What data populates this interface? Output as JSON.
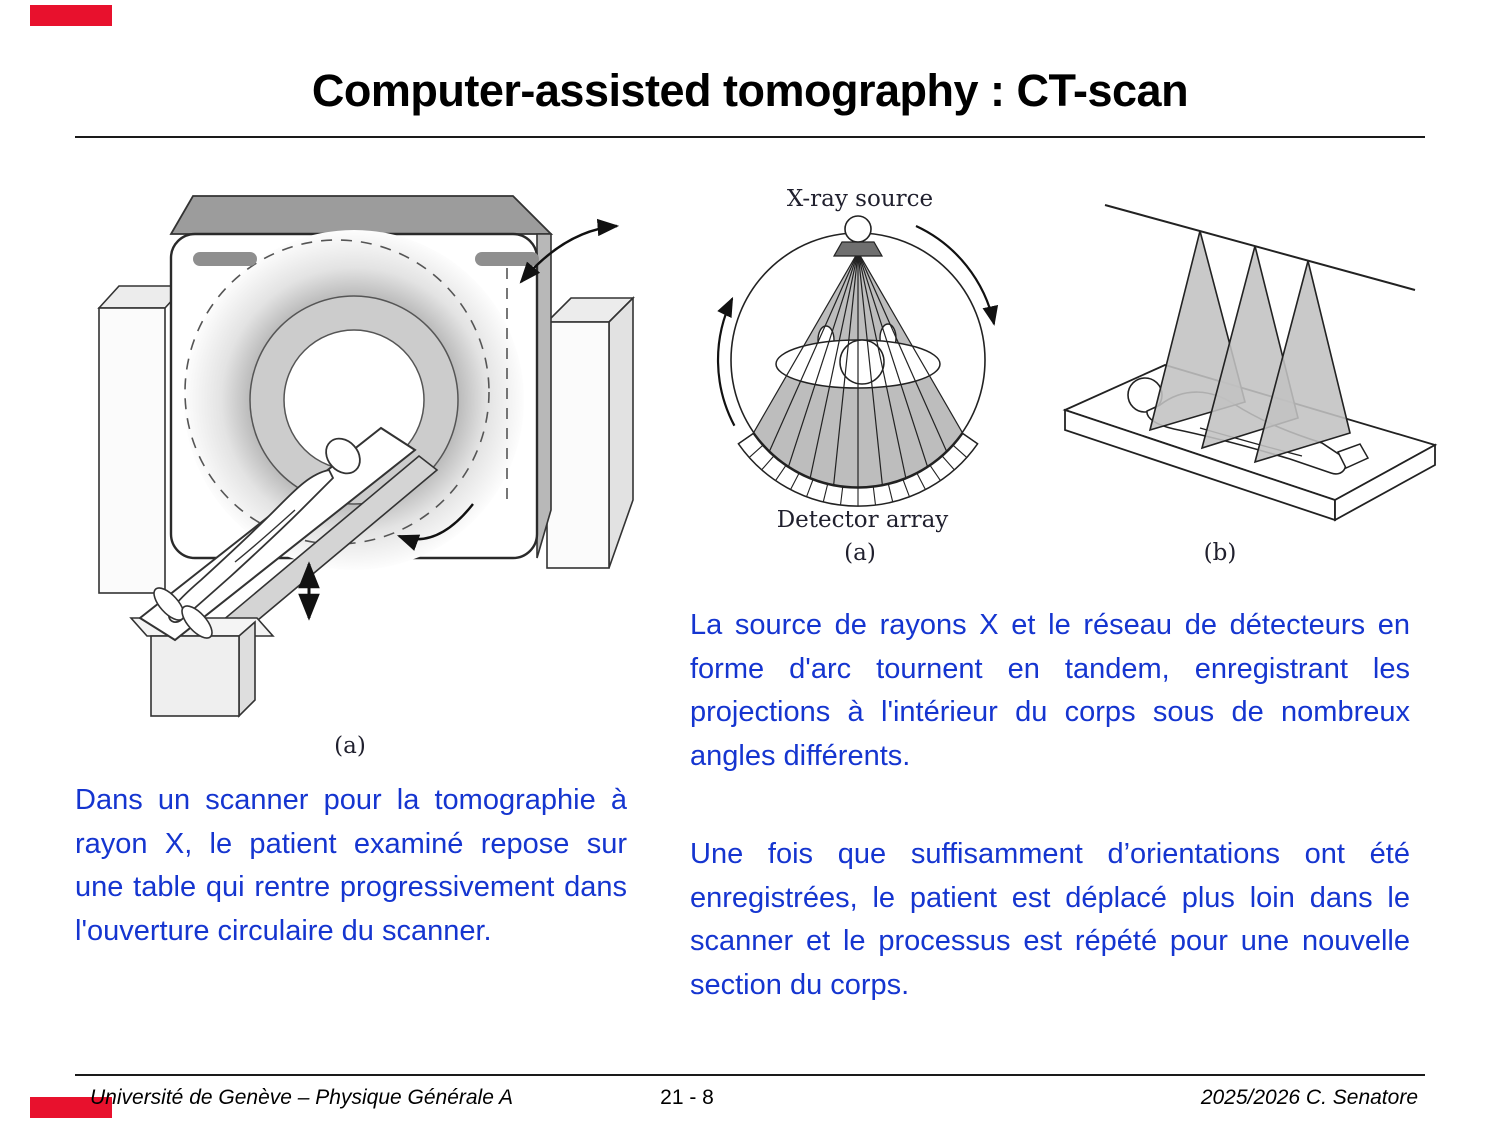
{
  "slide": {
    "title": "Computer-assisted tomography : CT-scan",
    "accent_red": "#e8112d",
    "text_blue": "#1535d0",
    "left_paragraph": "Dans un scanner pour la tomographie à rayon X, le patient examiné repose sur une table qui rentre progressivement dans l'ouverture circulaire du scanner.",
    "right_paragraph_1": "La source de rayons X et le réseau de détecteurs en forme d'arc tournent en tandem, enregistrant les projections à l'intérieur du corps sous de nombreux angles différents.",
    "right_paragraph_2": "Une fois que suffisamment d’orientations ont été enregistrées, le patient est déplacé plus loin dans le scanner et le processus est répété pour une nouvelle section du corps."
  },
  "figures": {
    "scanner": {
      "caption": "(a)"
    },
    "fan_beam": {
      "label_top": "X-ray source",
      "label_bottom": "Detector array",
      "caption": "(a)"
    },
    "translation": {
      "caption": "(b)"
    }
  },
  "footer": {
    "left": "Université de Genève – Physique Générale A",
    "page": "21 - 8",
    "right": "2025/2026  C. Senatore"
  }
}
